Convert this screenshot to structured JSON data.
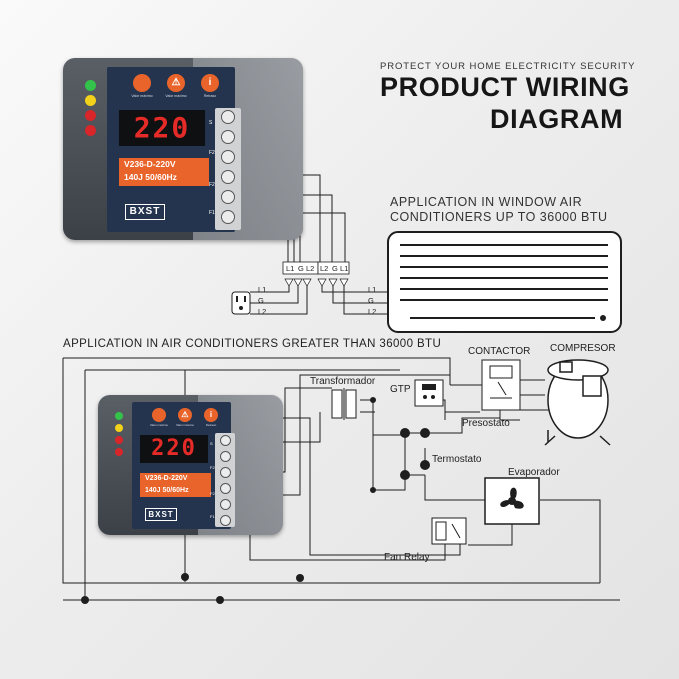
{
  "header": {
    "tagline": "PROTECT YOUR HOME ELECTRICITY SECURITY",
    "title_line1": "PRODUCT WIRING",
    "title_line2": "DIAGRAM"
  },
  "device": {
    "brand": "BXST",
    "display": "220",
    "model": "V236-D-220V",
    "rating": "140J 50/60Hz",
    "button_captions": [
      "Valor máximo",
      "Valor máximo",
      "Retraso"
    ],
    "terminal_labels": [
      "S",
      "F2",
      "F2",
      "F1"
    ]
  },
  "window_ac": {
    "title_line1": "APPLICATION IN WINDOW AIR",
    "title_line2": "CONDITIONERS UP TO 36000 BTU",
    "top_terminals": [
      "L1",
      "G",
      "L2",
      "L2",
      "G",
      "L1"
    ],
    "plug_labels": [
      "L1",
      "G",
      "L2"
    ],
    "ac_labels": [
      "L1",
      "G",
      "L2"
    ]
  },
  "large_ac": {
    "title": "APPLICATION IN AIR CONDITIONERS GREATER THAN 36000 BTU",
    "labels": {
      "contactor": "CONTACTOR",
      "compresor": "COMPRESOR",
      "transformador": "Transformador",
      "gtp": "GTP",
      "presostato": "Presostato",
      "termostato": "Termostato",
      "evaporador": "Evaporador",
      "fan_relay": "Fan Relay"
    }
  },
  "colors": {
    "orange": "#e8642a",
    "panel": "#24344e",
    "display_red": "#e52b27",
    "line": "#1e1e1e"
  },
  "icons": [
    "warning-icon",
    "info-icon",
    "fan-icon",
    "compressor-icon",
    "plug-icon"
  ]
}
